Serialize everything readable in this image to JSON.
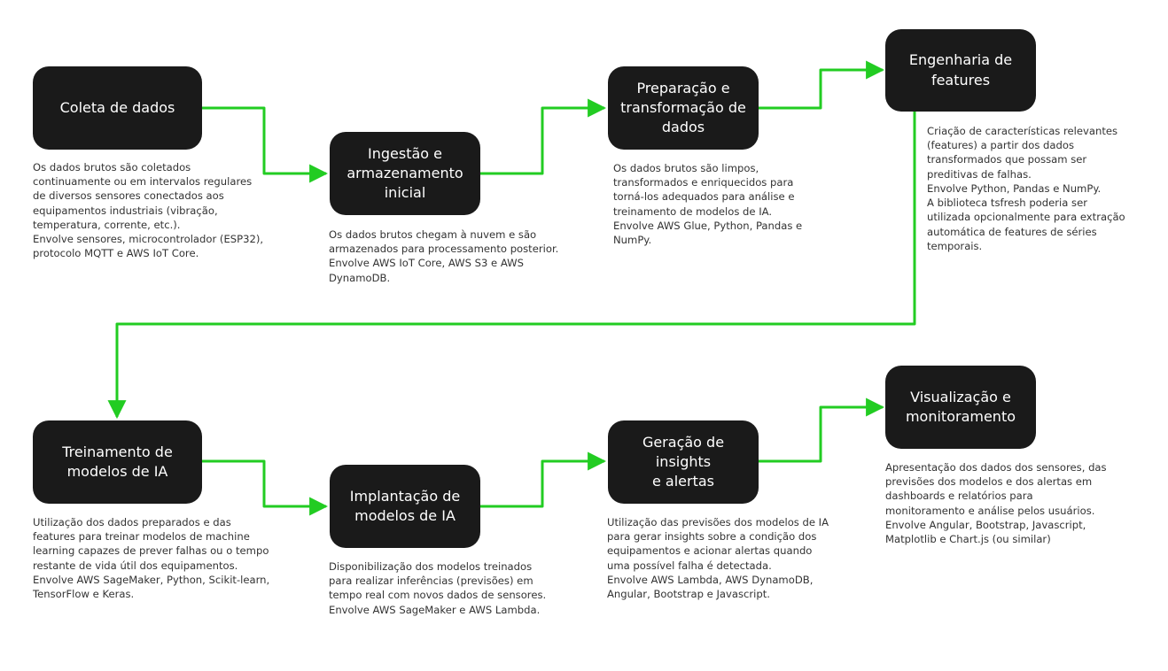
{
  "accent_color": "#22cc22",
  "box_color": "#1a1a1a",
  "steps": [
    {
      "title": "Coleta de dados",
      "description": "Os dados brutos são coletados\ncontinuamente ou em intervalos regulares\nde diversos sensores conectados aos\nequipamentos industriais (vibração,\ntemperatura, corrente, etc.).\nEnvolve sensores, microcontrolador (ESP32),\nprotocolo MQTT e AWS IoT Core."
    },
    {
      "title": "Ingestão e\narmazenamento\ninicial",
      "description": "Os dados brutos chegam à nuvem e são\narmazenados para processamento posterior.\nEnvolve AWS IoT Core, AWS S3 e AWS\nDynamoDB."
    },
    {
      "title": "Preparação e\ntransformação de\ndados",
      "description": "Os dados brutos são limpos,\ntransformados e enriquecidos para\ntorná-los adequados para análise e\ntreinamento de modelos de IA.\nEnvolve AWS Glue, Python, Pandas e\nNumPy."
    },
    {
      "title": "Engenharia de\nfeatures",
      "description": "Criação de características relevantes\n(features) a partir dos dados\ntransformados que possam ser\npreditivas de falhas.\nEnvolve Python, Pandas e NumPy.\nA biblioteca tsfresh poderia ser\nutilizada opcionalmente para extração\nautomática de features de séries\ntemporais."
    },
    {
      "title": "Treinamento de\nmodelos de IA",
      "description": "Utilização dos dados preparados e das\nfeatures para treinar modelos de machine\nlearning capazes de prever falhas ou o tempo\nrestante de vida útil dos equipamentos.\nEnvolve AWS SageMaker, Python, Scikit-learn,\nTensorFlow e Keras."
    },
    {
      "title": "Implantação de\nmodelos de IA",
      "description": "Disponibilização dos modelos treinados\npara realizar inferências (previsões) em\ntempo real com novos dados de sensores.\nEnvolve AWS SageMaker e AWS Lambda."
    },
    {
      "title": "Geração de insights\ne alertas",
      "description": "Utilização das previsões dos modelos de IA\npara gerar insights sobre a condição dos\nequipamentos e acionar alertas quando\numa possível falha é detectada.\nEnvolve AWS Lambda, AWS DynamoDB,\nAngular, Bootstrap e Javascript."
    },
    {
      "title": "Visualização e\nmonitoramento",
      "description": "Apresentação dos dados dos sensores, das\nprevisões dos modelos e dos alertas em\ndashboards e relatórios para\nmonitoramento e análise pelos usuários.\nEnvolve Angular, Bootstrap, Javascript,\nMatplotlib e Chart.js (ou similar)"
    }
  ]
}
